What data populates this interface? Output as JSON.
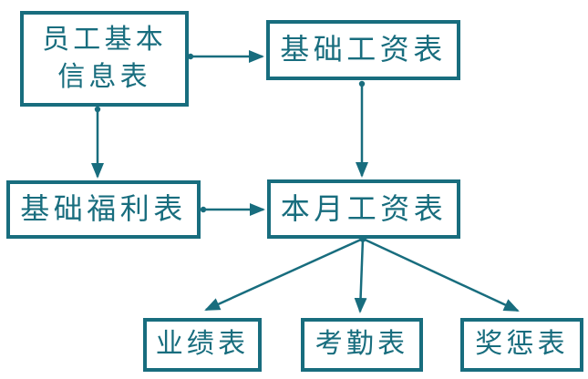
{
  "diagram": {
    "type": "flowchart",
    "accent_color": "#186d7e",
    "background_color": "#ffffff",
    "nodes": {
      "employee_info": {
        "label": "员工基本信息表"
      },
      "base_salary": {
        "label": "基础工资表"
      },
      "base_welfare": {
        "label": "基础福利表"
      },
      "month_salary": {
        "label": "本月工资表"
      },
      "performance": {
        "label": "业绩表"
      },
      "attendance": {
        "label": "考勤表"
      },
      "reward_punishment": {
        "label": "奖惩表"
      }
    },
    "edges": [
      {
        "from": "employee_info",
        "to": "base_salary"
      },
      {
        "from": "employee_info",
        "to": "base_welfare"
      },
      {
        "from": "base_salary",
        "to": "month_salary"
      },
      {
        "from": "base_welfare",
        "to": "month_salary"
      },
      {
        "from": "month_salary",
        "to": "performance"
      },
      {
        "from": "month_salary",
        "to": "attendance"
      },
      {
        "from": "month_salary",
        "to": "reward_punishment"
      }
    ]
  }
}
